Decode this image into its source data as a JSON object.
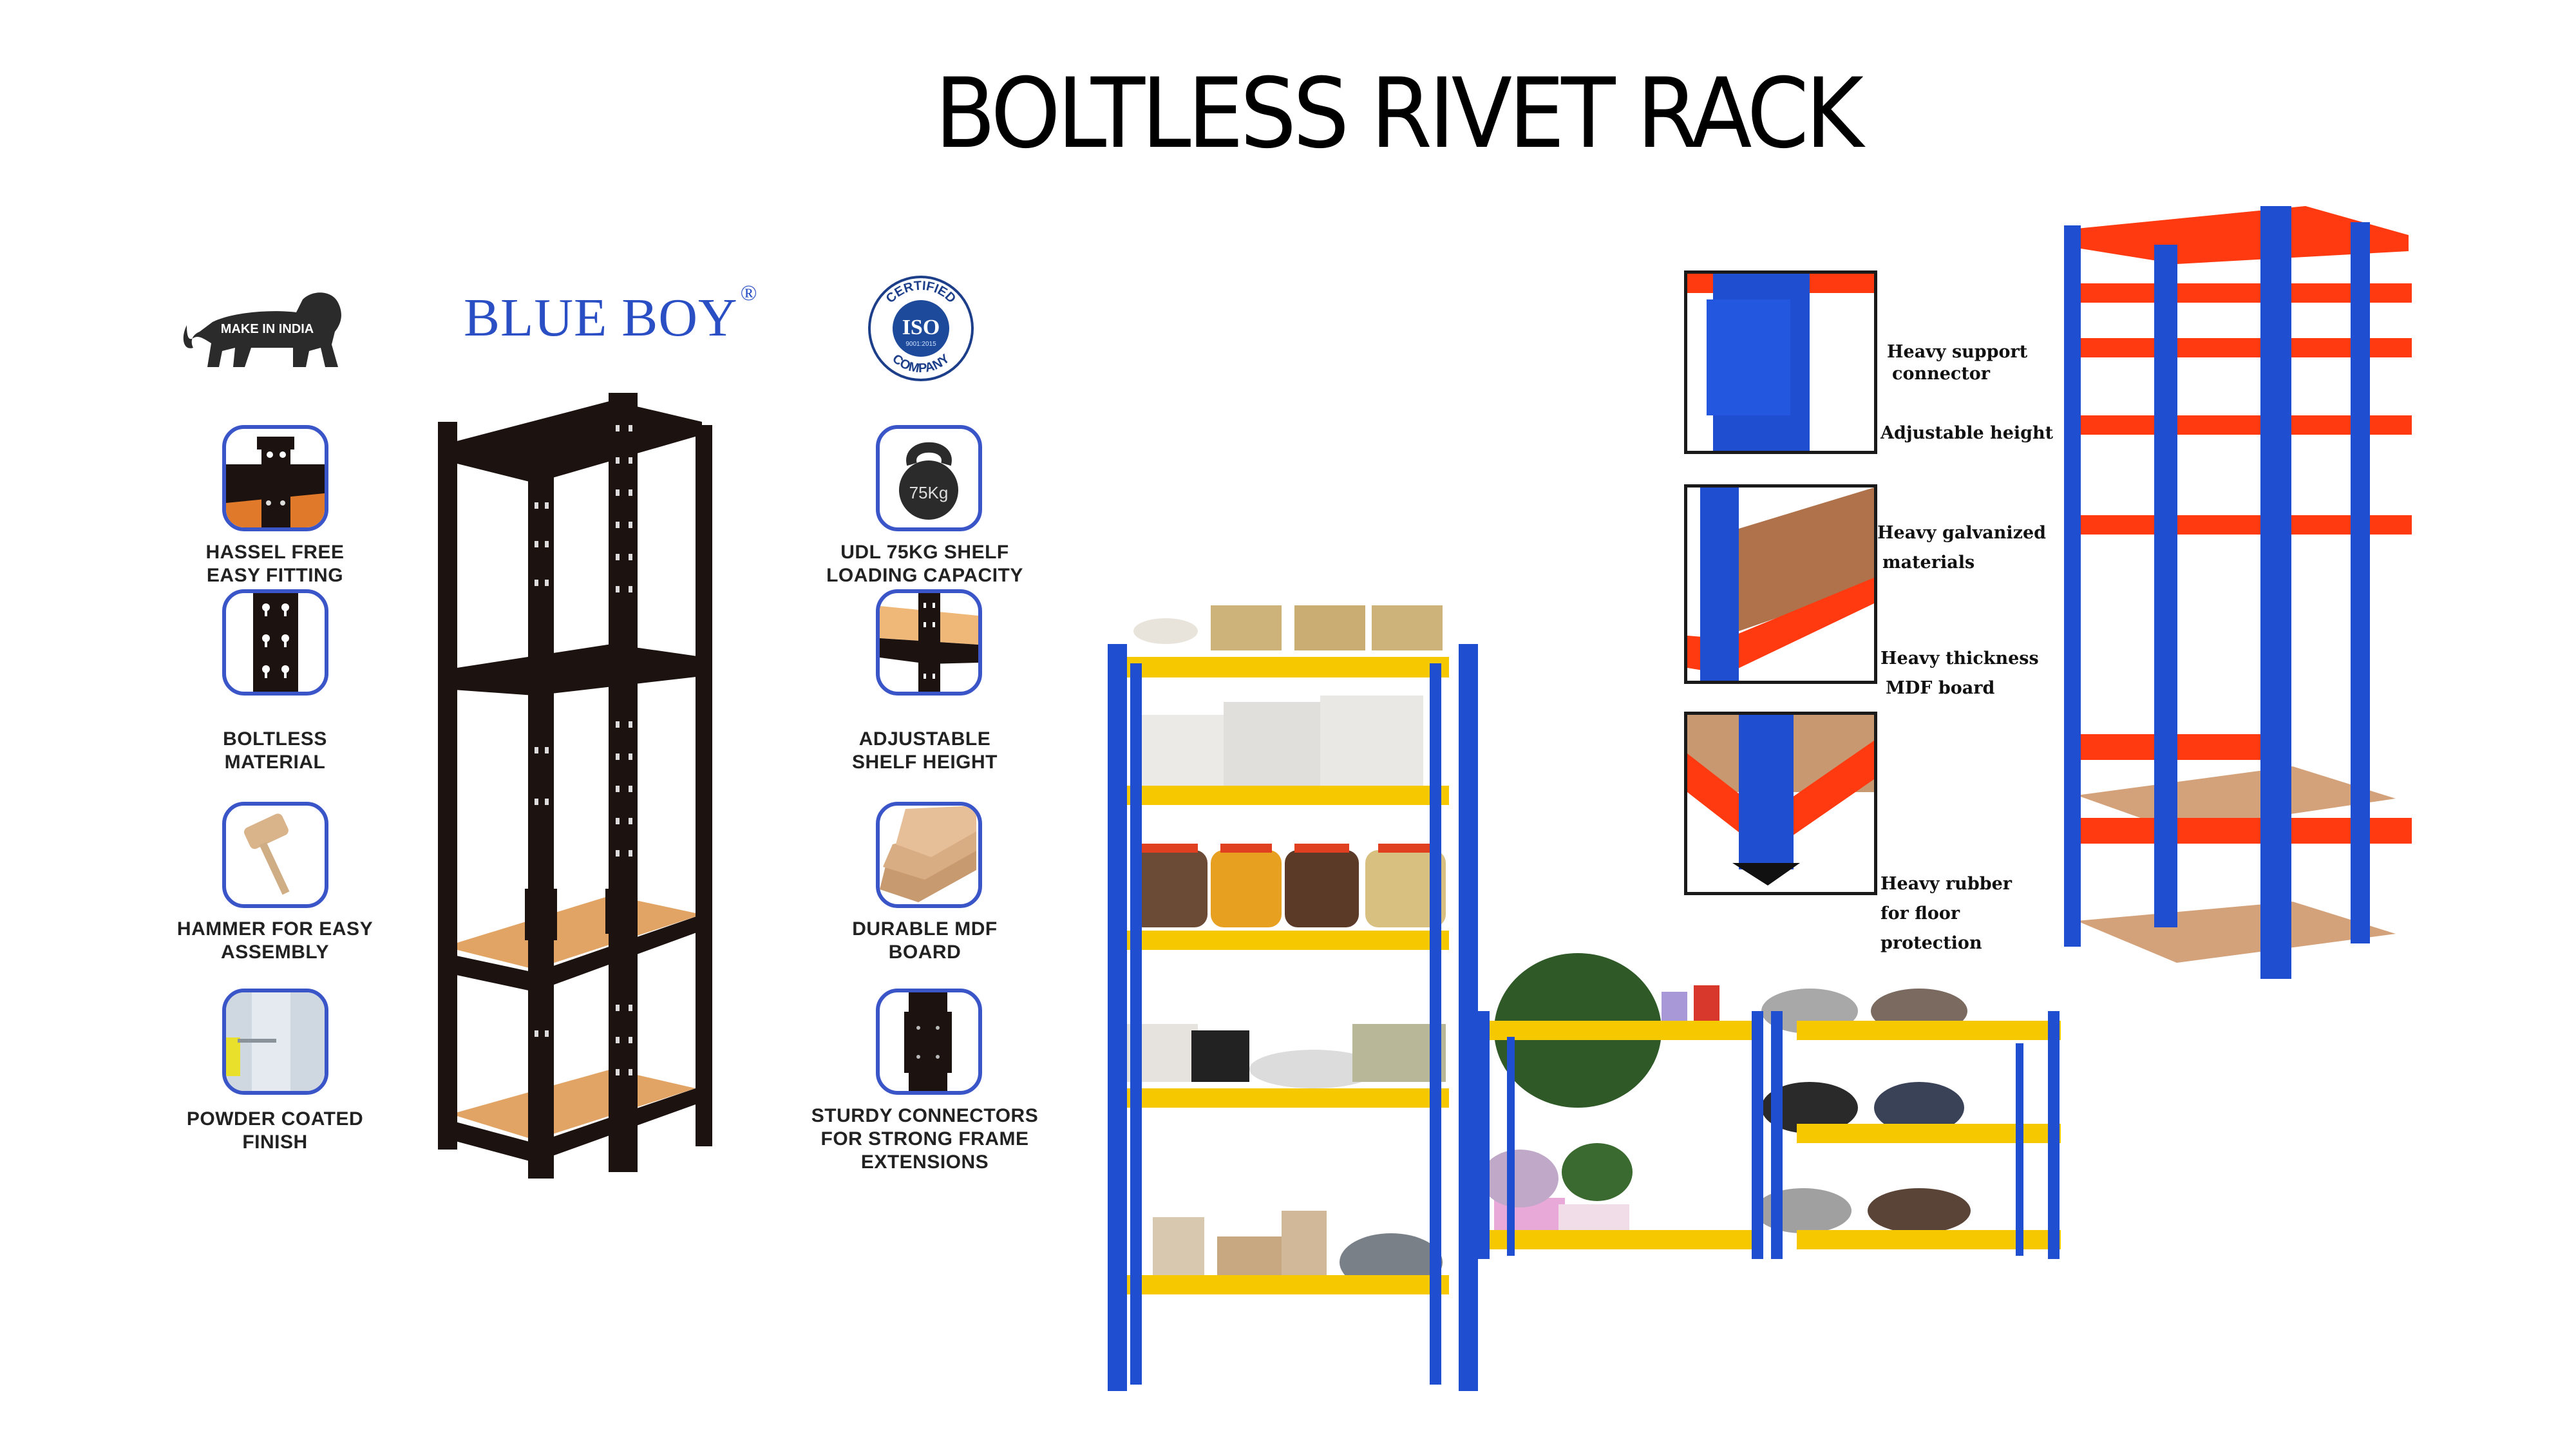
{
  "title": "BOLTLESS RIVET RACK",
  "logos": {
    "make_in_india": "MAKE IN INDIA",
    "brand": "BLUE BOY",
    "brand_mark": "®",
    "iso_top": "CERTIFIED",
    "iso_center": "ISO",
    "iso_number": "9001:2015",
    "iso_bottom": "COMPANY"
  },
  "features_left": [
    {
      "icon": "rack-corner-icon",
      "line1": "HASSEL FREE",
      "line2": "EASY FITTING"
    },
    {
      "icon": "keyhole-upright-icon",
      "line1": "BOLTLESS",
      "line2": "MATERIAL"
    },
    {
      "icon": "mallet-icon",
      "line1": "HAMMER FOR EASY",
      "line2": "ASSEMBLY"
    },
    {
      "icon": "powder-coating-icon",
      "line1": "POWDER COATED",
      "line2": "FINISH"
    }
  ],
  "features_right": [
    {
      "icon": "kettlebell-icon",
      "line1": "UDL 75KG SHELF",
      "line2": "LOADING CAPACITY",
      "badge": "75Kg"
    },
    {
      "icon": "adjustable-shelf-icon",
      "line1": "ADJUSTABLE",
      "line2": "SHELF HEIGHT"
    },
    {
      "icon": "mdf-boards-icon",
      "line1": "DURABLE MDF",
      "line2": "BOARD"
    },
    {
      "icon": "connector-plate-icon",
      "line1": "STURDY CONNECTORS",
      "line2": "FOR STRONG FRAME",
      "line3": "EXTENSIONS"
    }
  ],
  "callouts": {
    "support_connector_1": "Heavy support",
    "support_connector_2": "connector",
    "adjustable_height": "Adjustable height",
    "galvanized_1": "Heavy galvanized",
    "galvanized_2": "materials",
    "mdf_1": "Heavy thickness",
    "mdf_2": "MDF board",
    "rubber_1": "Heavy rubber",
    "rubber_2": "for floor",
    "rubber_3": "protection"
  },
  "colors": {
    "brand_blue": "#2a4fc4",
    "tile_border": "#3a55c8",
    "upright_blue": "#1f4fd0",
    "shelf_orange": "#ff3a10",
    "shelf_yellow": "#f5c800",
    "rack_black": "#1c1210",
    "mdf": "#d9a066"
  }
}
